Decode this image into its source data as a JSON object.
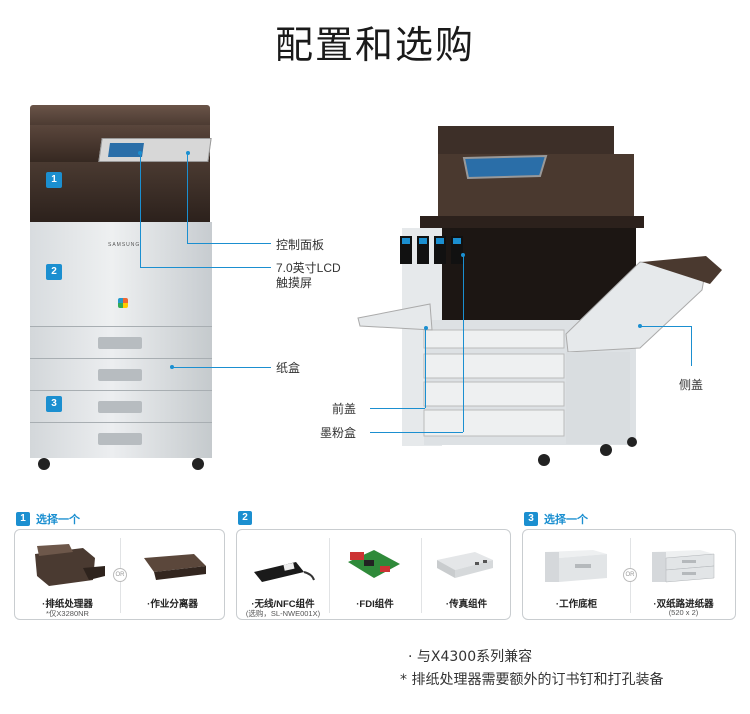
{
  "title": "配置和选购",
  "printer_front": {
    "brand": "SAMSUNG",
    "badges": [
      "1",
      "2",
      "3"
    ]
  },
  "callouts_left": {
    "control_panel": "控制面板",
    "lcd_line1": "7.0英寸LCD",
    "lcd_line2": "触摸屏",
    "paper_tray": "纸盒"
  },
  "callouts_right": {
    "front_cover": "前盖",
    "toner_box": "墨粉盒",
    "side_cover": "侧盖"
  },
  "options": {
    "group1": {
      "number": "1",
      "label": "选择一个",
      "items": [
        {
          "name": "·排纸处理器",
          "sub": "*仅X3280NR"
        },
        {
          "name": "·作业分离器",
          "sub": ""
        }
      ],
      "or_label": "OR"
    },
    "group2": {
      "number": "2",
      "label": "",
      "items": [
        {
          "name": "·无线/NFC组件",
          "sub": "(选购，SL-NWE001X)"
        },
        {
          "name": "·FDI组件",
          "sub": ""
        },
        {
          "name": "·传真组件",
          "sub": ""
        }
      ]
    },
    "group3": {
      "number": "3",
      "label": "选择一个",
      "items": [
        {
          "name": "·工作底柜",
          "sub": ""
        },
        {
          "name": "·双纸路进纸器",
          "sub": "(520 x 2)"
        }
      ],
      "or_label": "OR"
    }
  },
  "notes": {
    "line1": "· 与X4300系列兼容",
    "line2": "* 排纸处理器需要额外的订书钉和打孔装备"
  },
  "colors": {
    "accent": "#1b8fd0",
    "printer_dark": "#3a2c25",
    "printer_light": "#e6e9eb"
  }
}
